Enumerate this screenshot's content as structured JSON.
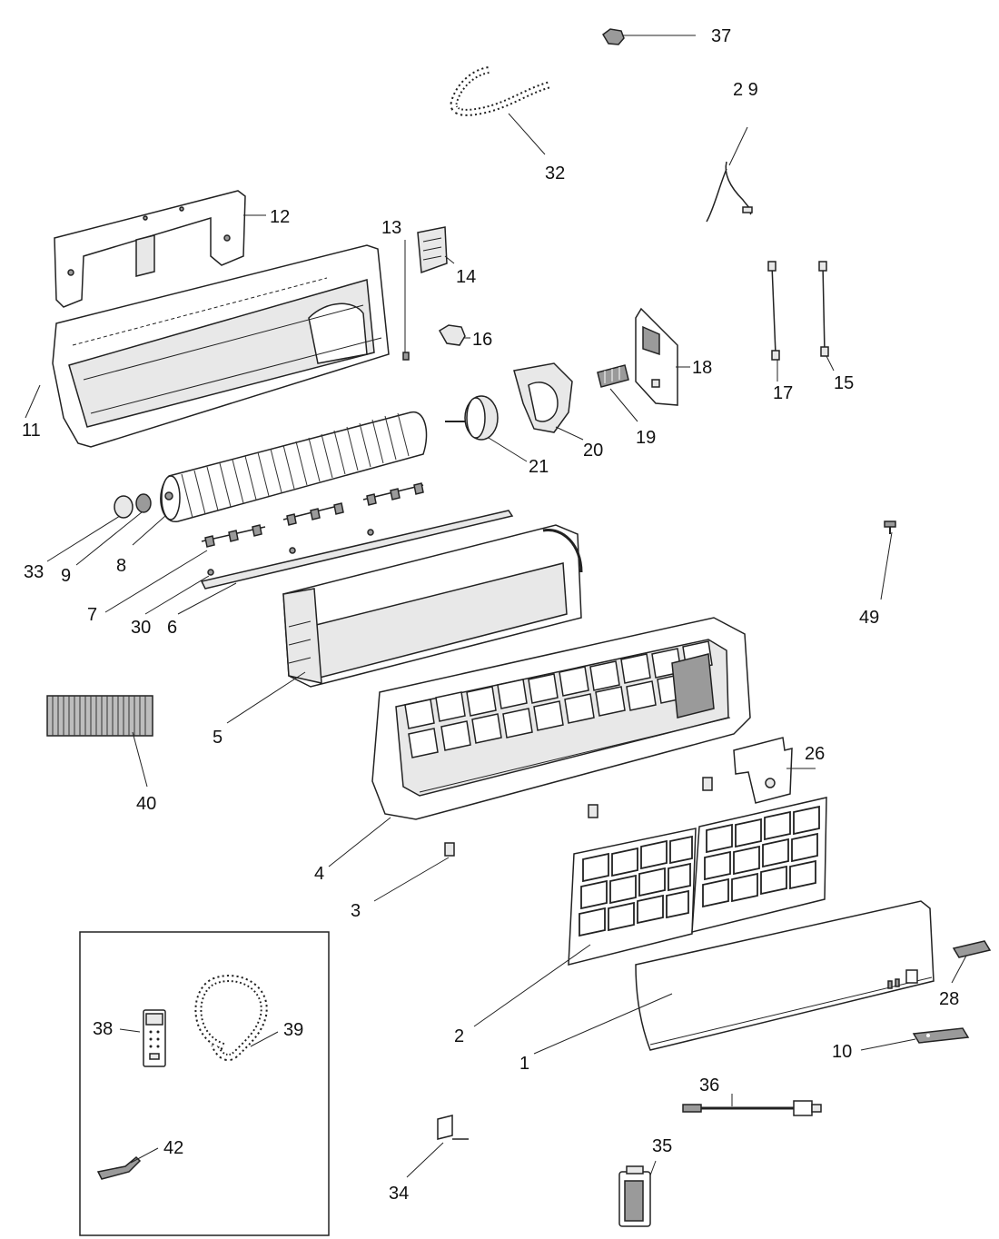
{
  "callouts": {
    "c1": "1",
    "c2": "2",
    "c3": "3",
    "c4": "4",
    "c5": "5",
    "c6": "6",
    "c7": "7",
    "c8": "8",
    "c9": "9",
    "c10": "10",
    "c11": "11",
    "c12": "12",
    "c13": "13",
    "c14": "14",
    "c15": "15",
    "c16": "16",
    "c17": "17",
    "c18": "18",
    "c19": "19",
    "c20": "20",
    "c21": "21",
    "c26": "26",
    "c28": "28",
    "c29": "2 9",
    "c30": "30",
    "c32": "32",
    "c33": "33",
    "c34": "34",
    "c35": "35",
    "c36": "36",
    "c37": "37",
    "c38": "38",
    "c39": "39",
    "c40": "40",
    "c42": "42",
    "c49": "49"
  }
}
